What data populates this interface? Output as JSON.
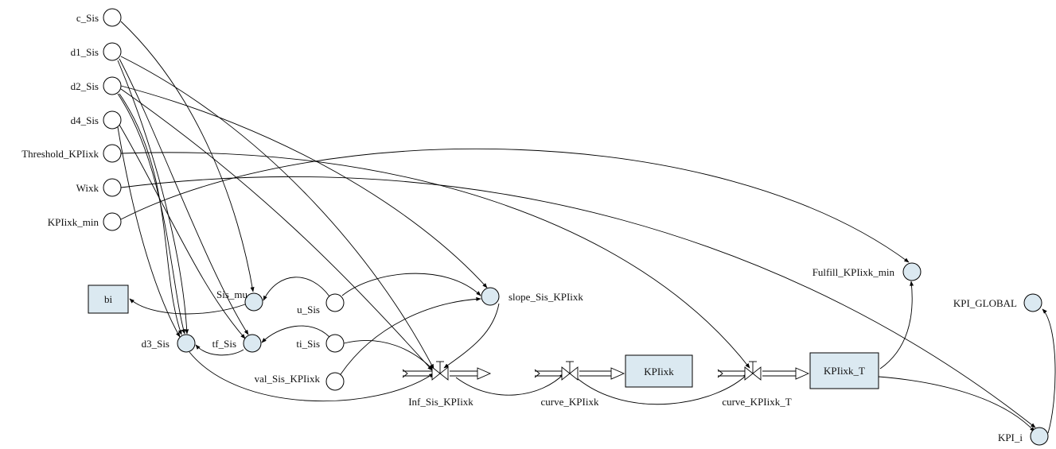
{
  "diagram": {
    "colors": {
      "node_fill": "#dbe9f1",
      "line": "#000000",
      "background": "#ffffff",
      "plain_node_fill": "#ffffff"
    },
    "nodes": [
      {
        "id": "c_Sis",
        "label": "c_Sis",
        "kind": "constant"
      },
      {
        "id": "d1_Sis",
        "label": "d1_Sis",
        "kind": "constant"
      },
      {
        "id": "d2_Sis",
        "label": "d2_Sis",
        "kind": "constant"
      },
      {
        "id": "d4_Sis",
        "label": "d4_Sis",
        "kind": "constant"
      },
      {
        "id": "Threshold_KPIixk",
        "label": "Threshold_KPIixk",
        "kind": "constant"
      },
      {
        "id": "Wixk",
        "label": "Wixk",
        "kind": "constant"
      },
      {
        "id": "KPIixk_min",
        "label": "KPIixk_min",
        "kind": "constant"
      },
      {
        "id": "bi",
        "label": "bi",
        "kind": "stock"
      },
      {
        "id": "Sis_mu",
        "label": "Sis_mu",
        "kind": "auxiliary"
      },
      {
        "id": "u_Sis",
        "label": "u_Sis",
        "kind": "constant"
      },
      {
        "id": "slope_Sis_KPIixk",
        "label": "slope_Sis_KPIixk",
        "kind": "auxiliary"
      },
      {
        "id": "d3_Sis",
        "label": "d3_Sis",
        "kind": "auxiliary"
      },
      {
        "id": "tf_Sis",
        "label": "tf_Sis",
        "kind": "auxiliary"
      },
      {
        "id": "ti_Sis",
        "label": "ti_Sis",
        "kind": "constant"
      },
      {
        "id": "val_Sis_KPIixk",
        "label": "val_Sis_KPIixk",
        "kind": "constant"
      },
      {
        "id": "Inf_Sis_KPIixk",
        "label": "Inf_Sis_KPIixk",
        "kind": "flow"
      },
      {
        "id": "curve_KPIixk",
        "label": "curve_KPIixk",
        "kind": "flow"
      },
      {
        "id": "KPIixk",
        "label": "KPIixk",
        "kind": "stock"
      },
      {
        "id": "curve_KPIixk_T",
        "label": "curve_KPIixk_T",
        "kind": "flow"
      },
      {
        "id": "KPIixk_T",
        "label": "KPIixk_T",
        "kind": "stock"
      },
      {
        "id": "Fulfill_KPIixk_min",
        "label": "Fulfill_KPIixk_min",
        "kind": "auxiliary"
      },
      {
        "id": "KPI_GLOBAL",
        "label": "KPI_GLOBAL",
        "kind": "auxiliary"
      },
      {
        "id": "KPI_i",
        "label": "KPI_i",
        "kind": "auxiliary"
      }
    ],
    "edges": [
      {
        "from": "c_Sis",
        "to": "Sis_mu"
      },
      {
        "from": "d1_Sis",
        "to": "tf_Sis"
      },
      {
        "from": "d1_Sis",
        "to": "d3_Sis"
      },
      {
        "from": "d1_Sis",
        "to": "Inf_Sis_KPIixk"
      },
      {
        "from": "d2_Sis",
        "to": "tf_Sis"
      },
      {
        "from": "d2_Sis",
        "to": "d3_Sis"
      },
      {
        "from": "d2_Sis",
        "to": "Inf_Sis_KPIixk"
      },
      {
        "from": "d2_Sis",
        "to": "slope_Sis_KPIixk"
      },
      {
        "from": "d4_Sis",
        "to": "d3_Sis"
      },
      {
        "from": "d4_Sis",
        "to": "tf_Sis"
      },
      {
        "from": "Threshold_KPIixk",
        "to": "curve_KPIixk_T"
      },
      {
        "from": "Wixk",
        "to": "KPI_i"
      },
      {
        "from": "KPIixk_min",
        "to": "Fulfill_KPIixk_min"
      },
      {
        "from": "u_Sis",
        "to": "Sis_mu"
      },
      {
        "from": "u_Sis",
        "to": "slope_Sis_KPIixk"
      },
      {
        "from": "Sis_mu",
        "to": "bi"
      },
      {
        "from": "ti_Sis",
        "to": "tf_Sis"
      },
      {
        "from": "ti_Sis",
        "to": "Inf_Sis_KPIixk"
      },
      {
        "from": "tf_Sis",
        "to": "d3_Sis"
      },
      {
        "from": "d3_Sis",
        "to": "Inf_Sis_KPIixk"
      },
      {
        "from": "val_Sis_KPIixk",
        "to": "slope_Sis_KPIixk"
      },
      {
        "from": "slope_Sis_KPIixk",
        "to": "Inf_Sis_KPIixk"
      },
      {
        "from": "Inf_Sis_KPIixk",
        "to": "curve_KPIixk"
      },
      {
        "from": "KPIixk",
        "to": "curve_KPIixk_T"
      },
      {
        "from": "KPIixk_T",
        "to": "Fulfill_KPIixk_min"
      },
      {
        "from": "KPIixk_T",
        "to": "KPI_i"
      },
      {
        "from": "KPI_i",
        "to": "KPI_GLOBAL"
      }
    ]
  }
}
